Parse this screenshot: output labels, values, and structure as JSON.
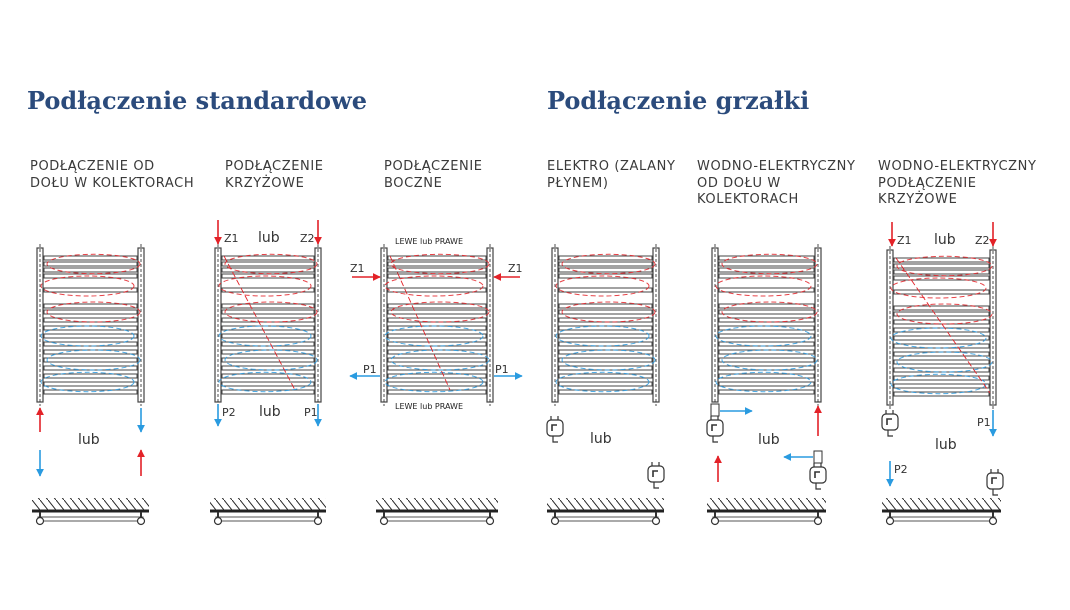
{
  "titles": {
    "standard": "Podłączenie standardowe",
    "heater": "Podłączenie grzałki"
  },
  "panels": [
    {
      "caption": [
        "PODŁĄCZENIE OD",
        "DOŁU W KOLEKTORACH"
      ],
      "lub": "lub"
    },
    {
      "caption": [
        "PODŁĄCZENIE",
        "KRZYŻOWE"
      ],
      "lub": "lub",
      "z1": "Z1",
      "z2": "Z2",
      "p1": "P1",
      "p2": "P2"
    },
    {
      "caption": [
        "PODŁĄCZENIE",
        "BOCZNE"
      ],
      "top_note": "LEWE lub PRAWE",
      "bottom_note": "LEWE lub PRAWE",
      "z1": "Z1",
      "p1": "P1"
    },
    {
      "caption": [
        "ELEKTRO (ZALANY",
        "PŁYNEM)"
      ],
      "lub": "lub"
    },
    {
      "caption": [
        "WODNO-ELEKTRYCZNY",
        "OD DOŁU W",
        "KOLEKTORACH"
      ],
      "lub": "lub"
    },
    {
      "caption": [
        "WODNO-ELEKTRYCZNY",
        "PODŁĄCZENIE",
        "KRZYŻOWE"
      ],
      "lub": "lub",
      "z1": "Z1",
      "z2": "Z2",
      "p1": "P1",
      "p2": "P2"
    }
  ],
  "colors": {
    "title": "#2b4b7c",
    "supply": "#e32228",
    "return": "#2a9be0"
  }
}
